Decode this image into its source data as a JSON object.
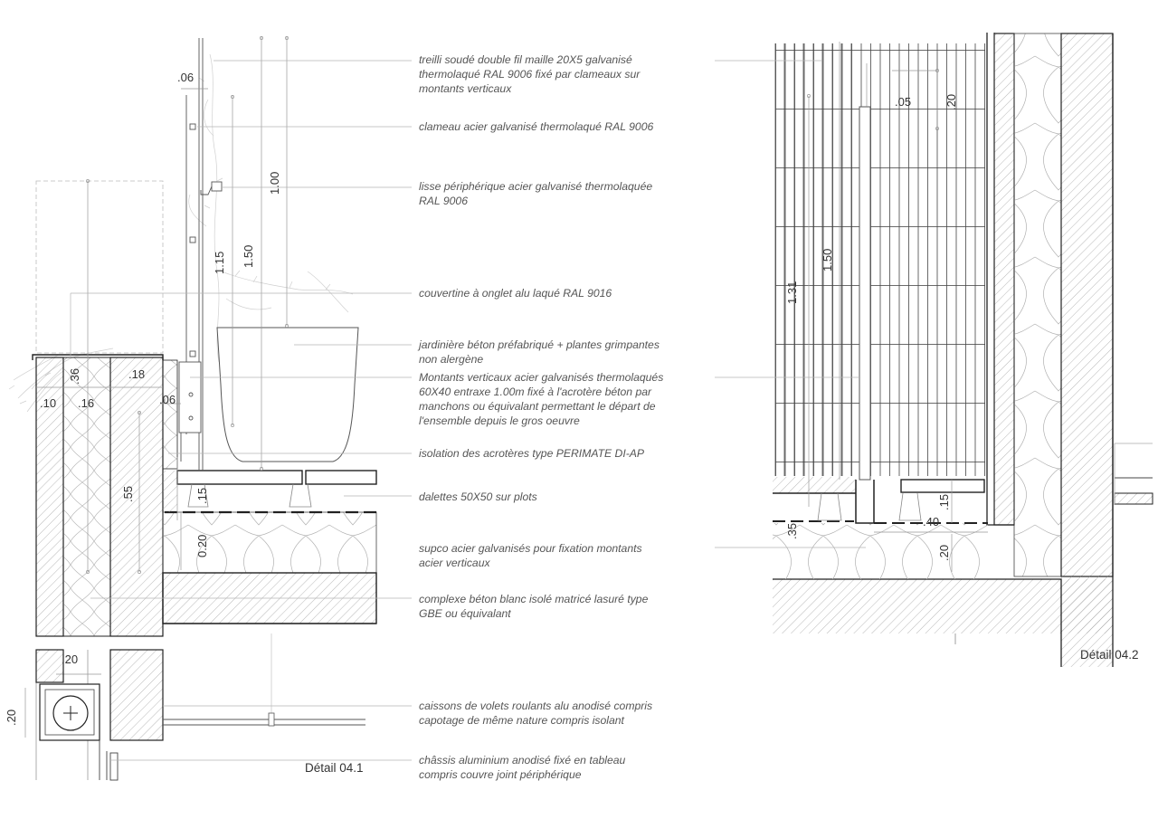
{
  "annotations": [
    {
      "lines": [
        "treilli soudé double fil maille 20X5 galvanisé",
        "thermolaqué RAL 9006  fixé par clameaux sur",
        "montants verticaux"
      ]
    },
    {
      "lines": [
        "clameau acier galvanisé thermolaqué RAL 9006"
      ]
    },
    {
      "lines": [
        "lisse périphérique acier galvanisé thermolaquée",
        "RAL 9006"
      ]
    },
    {
      "lines": [
        "couvertine à onglet alu laqué RAL 9016"
      ]
    },
    {
      "lines": [
        "jardinière béton préfabriqué + plantes grimpantes",
        "non alergène"
      ]
    },
    {
      "lines": [
        "Montants verticaux acier galvanisés thermolaqués",
        "60X40 entraxe 1.00m fixé à l'acrotère béton par",
        "manchons ou équivalant permettant le départ de",
        "l'ensemble depuis le gros oeuvre"
      ]
    },
    {
      "lines": [
        "isolation des acrotères type PERIMATE DI-AP"
      ]
    },
    {
      "lines": [
        "dalettes 50X50 sur plots"
      ]
    },
    {
      "lines": [
        "supco acier galvanisés pour fixation montants",
        "acier verticaux"
      ]
    },
    {
      "lines": [
        "complexe béton blanc isolé matricé lasuré type",
        "GBE ou équivalant"
      ]
    },
    {
      "lines": [
        "caissons de volets roulants alu anodisé compris",
        "capotage de même nature compris isolant"
      ]
    },
    {
      "lines": [
        "châssis aluminium anodisé fixé en tableau",
        "compris couvre joint périphérique"
      ]
    }
  ],
  "detail1": {
    "title": "Détail 04.1",
    "dims": [
      ".06",
      "1.00",
      "1.15",
      "1.50",
      ".36",
      ".18",
      ".10",
      ".16",
      ".06",
      ".55",
      ".15",
      "0.20",
      ".20",
      ".20"
    ]
  },
  "detail2": {
    "title": "Détail 04.2",
    "dims": [
      ".05",
      ".20",
      "1.50",
      "1.31",
      ".15",
      ".40",
      ".35",
      ".20"
    ]
  },
  "colors": {
    "line": "#222222",
    "thin": "#999999",
    "leader": "#b5b5b5",
    "hatch": "#9a9a9a",
    "text": "#555555"
  }
}
